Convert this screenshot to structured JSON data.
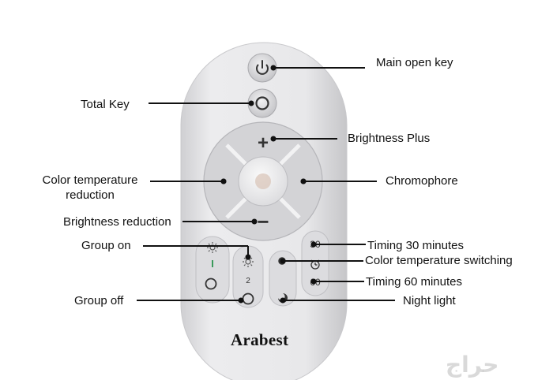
{
  "remote": {
    "brand": "Arabest",
    "buttons": {
      "plus": "+",
      "minus": "−",
      "timer_30": "30",
      "timer_60": "60",
      "group_2": "2"
    },
    "colors": {
      "body": "#e7e7e9",
      "button": "#d3d3d6",
      "button_dark": "#4a4a4a",
      "green": "#3a9a5a"
    }
  },
  "labels": {
    "main_open_key": "Main open key",
    "total_key": "Total Key",
    "brightness_plus": "Brightness Plus",
    "color_temp_reduction_1": "Color temperature",
    "color_temp_reduction_2": "reduction",
    "chromophore": "Chromophore",
    "brightness_reduction": "Brightness reduction",
    "group_on": "Group on",
    "timing_30": "Timing 30 minutes",
    "color_temp_switching": "Color temperature switching",
    "timing_60": "Timing 60 minutes",
    "group_off": "Group off",
    "night_light": "Night light"
  },
  "watermark": "حراج"
}
